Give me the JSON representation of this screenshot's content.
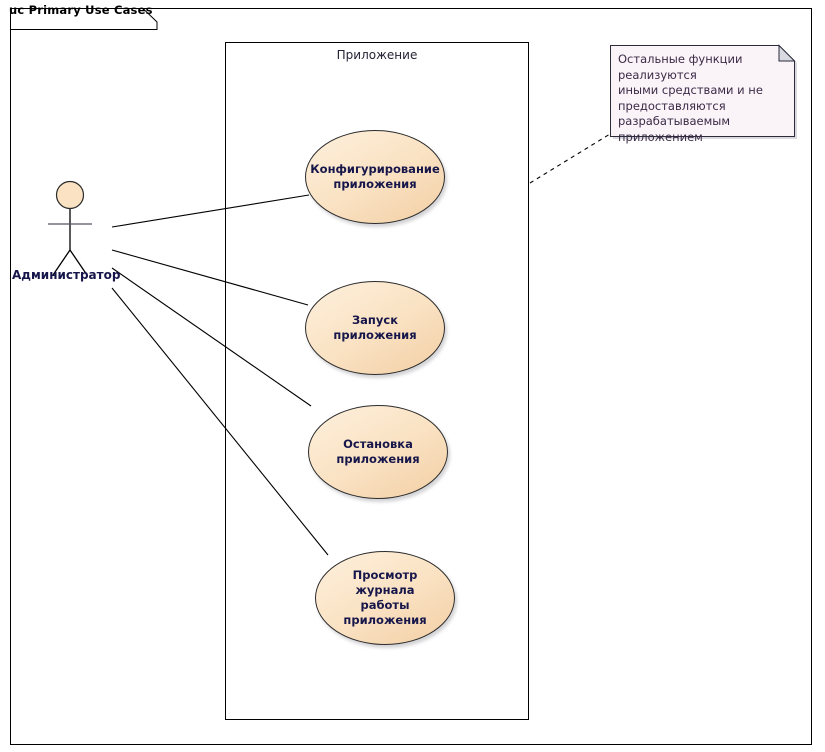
{
  "diagram": {
    "frame_tab_label": "uc Primary Use Cases",
    "system_boundary_label": "Приложение",
    "actor": {
      "name": "Администратор",
      "icon": "stick-figure-actor-icon"
    },
    "use_cases": [
      {
        "id": "configure",
        "label": "Конфигурирование\nприложения"
      },
      {
        "id": "start",
        "label": "Запуск приложения"
      },
      {
        "id": "stop",
        "label": "Остановка\nприложения"
      },
      {
        "id": "view-log",
        "label": "Просмотр журнала\nработы приложения"
      }
    ],
    "note": {
      "text": "Остальные функции реализуются иными средствами и не предоставляются разрабатываемым приложением",
      "lines": [
        "Остальные функции реализуются",
        "иными средствами и не",
        "предоставляются",
        "разрабатываемым приложением"
      ]
    },
    "associations": [
      {
        "from": "Администратор",
        "to": "Конфигурирование приложения",
        "style": "solid"
      },
      {
        "from": "Администратор",
        "to": "Запуск приложения",
        "style": "solid"
      },
      {
        "from": "Администратор",
        "to": "Остановка приложения",
        "style": "solid"
      },
      {
        "from": "Администратор",
        "to": "Просмотр журнала работы приложения",
        "style": "solid"
      }
    ],
    "note_anchor": {
      "style": "dashed",
      "to": "Приложение"
    },
    "colors": {
      "usecase_fill_light": "#fdf0dd",
      "usecase_fill_dark": "#f2cfa4",
      "usecase_text": "#16164a",
      "actor_head_fill": "#fae2c3",
      "note_fill": "#faf4f9",
      "note_fold": "#d9d9e2",
      "note_text": "#3a2a45",
      "line": "#000000",
      "frame_border": "#000000"
    }
  }
}
